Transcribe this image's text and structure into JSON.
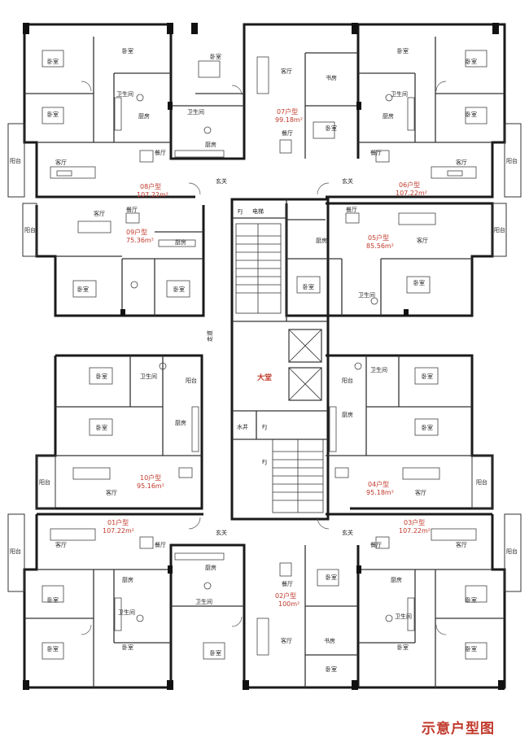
{
  "caption": "示意户型图",
  "center": {
    "elevator": "电梯",
    "lobby": "大堂",
    "corridor": "走道",
    "water_well": "水井",
    "fj_marks": [
      "FJ",
      "FJ",
      "FJ"
    ]
  },
  "room_words": {
    "bedroom": "卧室",
    "living": "客厅",
    "dining": "餐厅",
    "kitchen": "厨房",
    "bath": "卫生间",
    "balcony": "阳台",
    "study": "书房",
    "entry": "玄关"
  },
  "units": [
    {
      "id": "08",
      "type": "08户型",
      "area": "107.22m²"
    },
    {
      "id": "07",
      "type": "07户型",
      "area": "99.18m²"
    },
    {
      "id": "06",
      "type": "06户型",
      "area": "107.22m²"
    },
    {
      "id": "09",
      "type": "09户型",
      "area": "75.36m²"
    },
    {
      "id": "05",
      "type": "05户型",
      "area": "85.56m²"
    },
    {
      "id": "10",
      "type": "10户型",
      "area": "95.16m²"
    },
    {
      "id": "04",
      "type": "04户型",
      "area": "95.18m²"
    },
    {
      "id": "01",
      "type": "01户型",
      "area": "107.22m²"
    },
    {
      "id": "02",
      "type": "02户型",
      "area": "100m²"
    },
    {
      "id": "03",
      "type": "03户型",
      "area": "107.22m²"
    }
  ]
}
